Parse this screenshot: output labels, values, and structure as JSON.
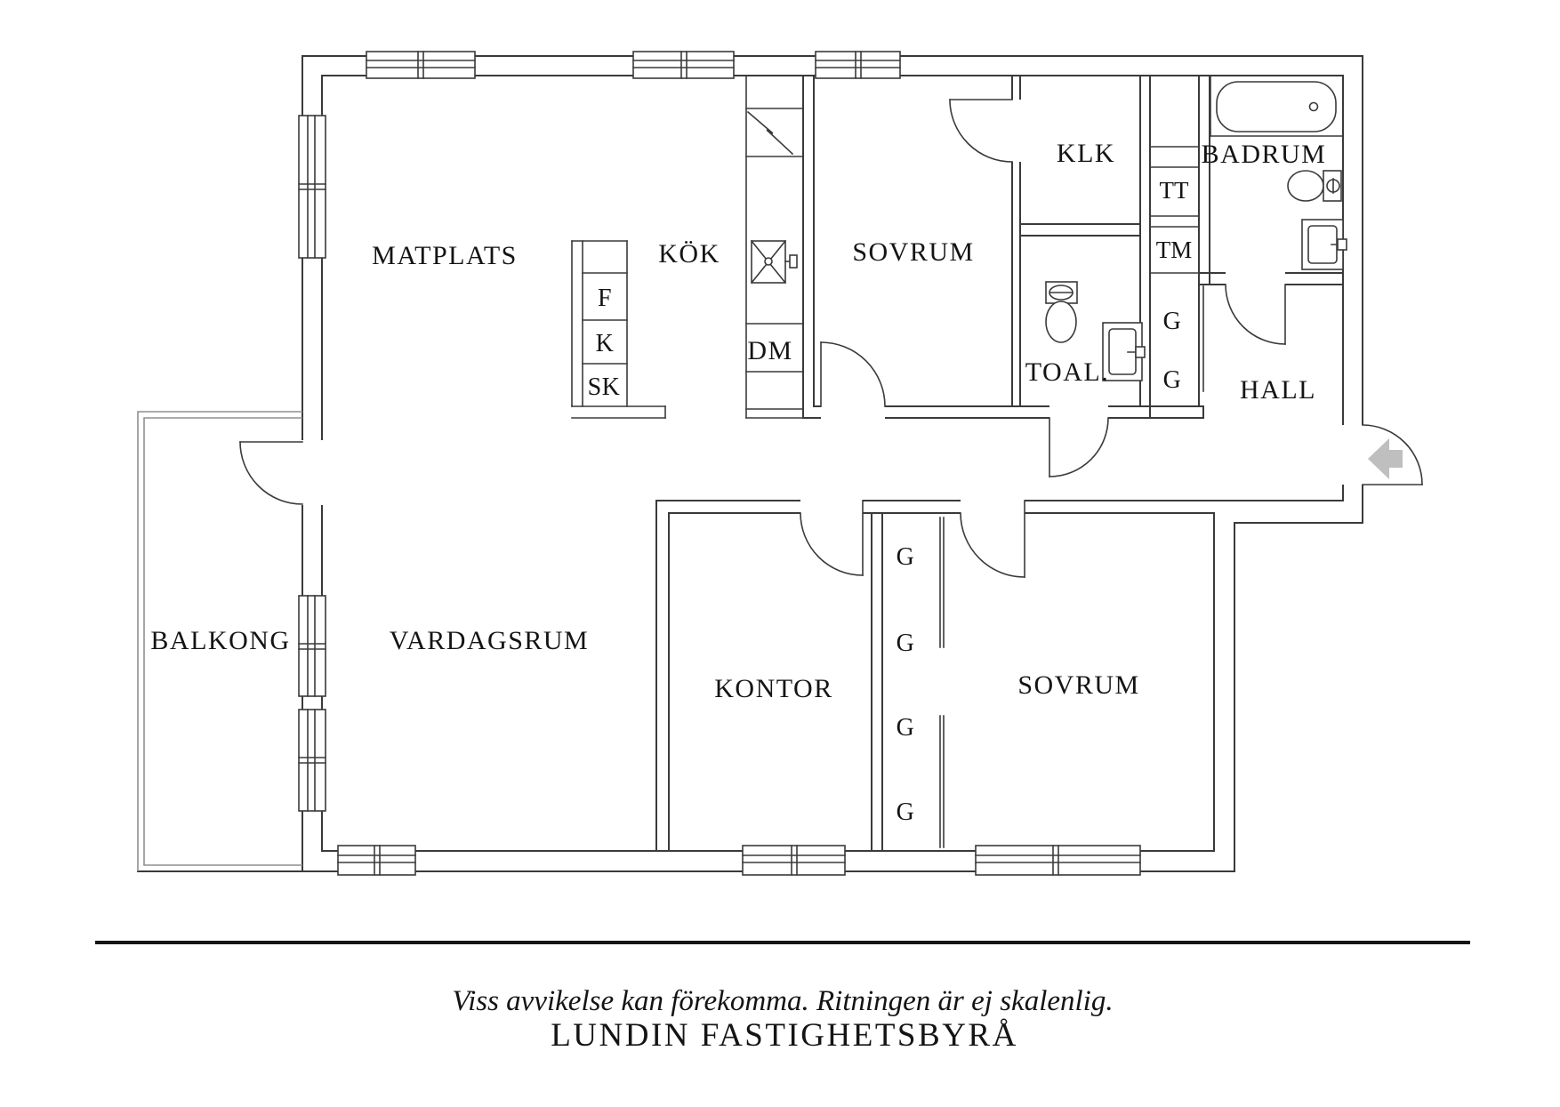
{
  "colors": {
    "line": "#3a3a3a",
    "balcony": "#8f8f8f",
    "arrow": "#bfbfbf",
    "text": "#141414",
    "background": "#ffffff"
  },
  "labels": {
    "matplats": "MATPLATS",
    "kok": "KÖK",
    "fridge": "F",
    "freezer": "K",
    "cabinet": "SK",
    "dishwasher": "DM",
    "sovrum_top": "SOVRUM",
    "klk": "KLK",
    "tt": "TT",
    "tm": "TM",
    "badrum": "BADRUM",
    "toal": "TOAL.",
    "hall": "HALL",
    "wardrobe": "G",
    "balkong": "BALKONG",
    "vardagsrum": "VARDAGSRUM",
    "kontor": "KONTOR",
    "sovrum_bottom": "SOVRUM"
  },
  "icons": {
    "entry_arrow": "left-arrow",
    "bathtub": "bathtub",
    "toilet": "toilet",
    "sink": "sink",
    "stove": "stove-cross"
  },
  "footer": {
    "disclaimer": "Viss avvikelse kan förekomma. Ritningen är ej skalenlig.",
    "agency": "LUNDIN FASTIGHETSBYRÅ"
  }
}
